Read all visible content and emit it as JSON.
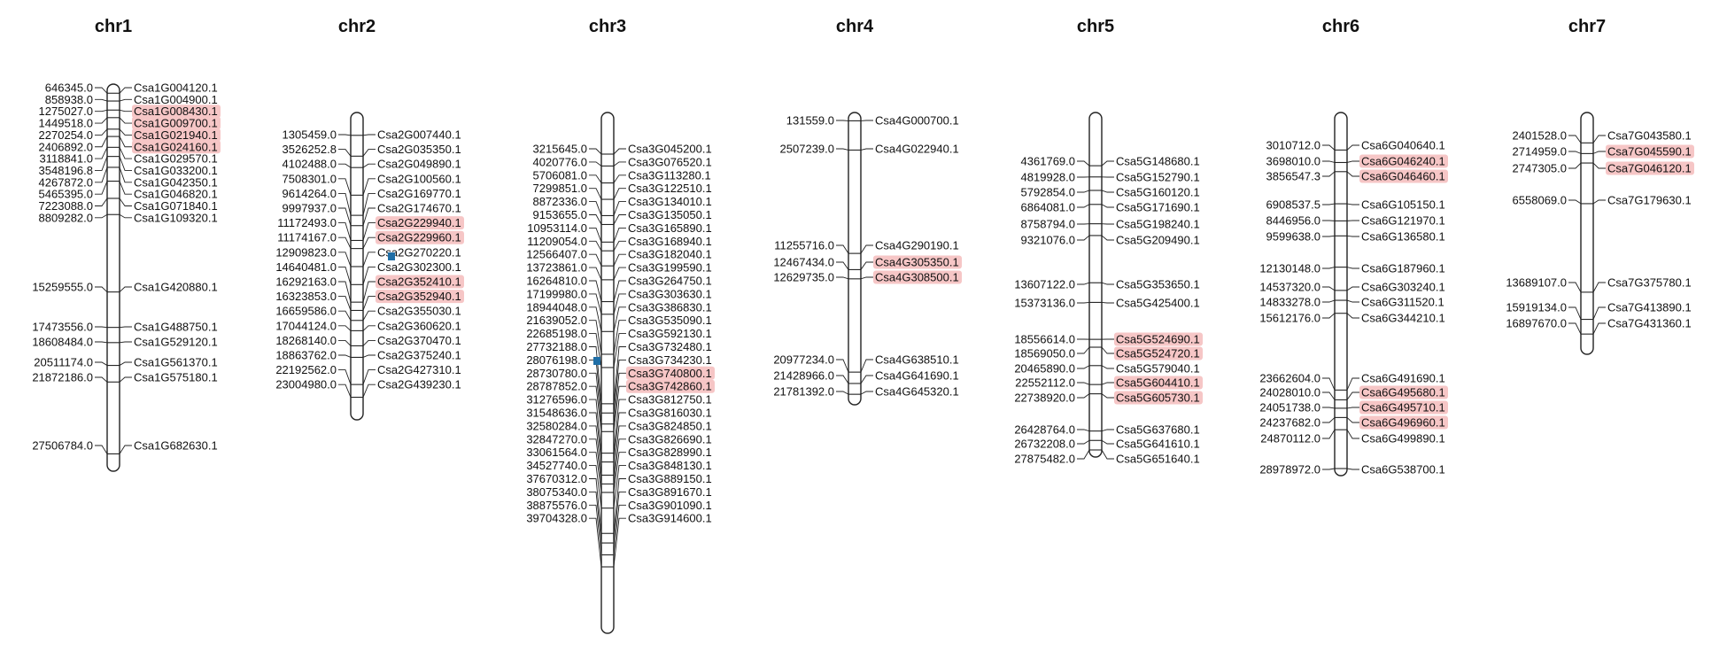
{
  "chromosomes": [
    {
      "name": "chr1",
      "genes": [
        {
          "pos": "646345.0",
          "id": "Csa1G004120.1",
          "hl": false
        },
        {
          "pos": "858938.0",
          "id": "Csa1G004900.1",
          "hl": false
        },
        {
          "pos": "1275027.0",
          "id": "Csa1G008430.1",
          "hl": true
        },
        {
          "pos": "1449518.0",
          "id": "Csa1G009700.1",
          "hl": true
        },
        {
          "pos": "2270254.0",
          "id": "Csa1G021940.1",
          "hl": true
        },
        {
          "pos": "2406892.0",
          "id": "Csa1G024160.1",
          "hl": true
        },
        {
          "pos": "3118841.0",
          "id": "Csa1G029570.1",
          "hl": false
        },
        {
          "pos": "3548196.8",
          "id": "Csa1G033200.1",
          "hl": false
        },
        {
          "pos": "4267872.0",
          "id": "Csa1G042350.1",
          "hl": false
        },
        {
          "pos": "5465395.0",
          "id": "Csa1G046820.1",
          "hl": false
        },
        {
          "pos": "7223088.0",
          "id": "Csa1G071840.1",
          "hl": false
        },
        {
          "pos": "8809282.0",
          "id": "Csa1G109320.1",
          "hl": false
        },
        {
          "pos": "15259555.0",
          "id": "Csa1G420880.1",
          "hl": false
        },
        {
          "pos": "17473556.0",
          "id": "Csa1G488750.1",
          "hl": false
        },
        {
          "pos": "18608484.0",
          "id": "Csa1G529120.1",
          "hl": false
        },
        {
          "pos": "20511174.0",
          "id": "Csa1G561370.1",
          "hl": false
        },
        {
          "pos": "21872186.0",
          "id": "Csa1G575180.1",
          "hl": false
        },
        {
          "pos": "27506784.0",
          "id": "Csa1G682630.1",
          "hl": false
        }
      ]
    },
    {
      "name": "chr2",
      "genes": [
        {
          "pos": "1305459.0",
          "id": "Csa2G007440.1",
          "hl": false
        },
        {
          "pos": "3526252.8",
          "id": "Csa2G035350.1",
          "hl": false
        },
        {
          "pos": "4102488.0",
          "id": "Csa2G049890.1",
          "hl": false
        },
        {
          "pos": "7508301.0",
          "id": "Csa2G100560.1",
          "hl": false
        },
        {
          "pos": "9614264.0",
          "id": "Csa2G169770.1",
          "hl": false
        },
        {
          "pos": "9997937.0",
          "id": "Csa2G174670.1",
          "hl": false
        },
        {
          "pos": "11172493.0",
          "id": "Csa2G229940.1",
          "hl": true
        },
        {
          "pos": "11174167.0",
          "id": "Csa2G229960.1",
          "hl": true
        },
        {
          "pos": "12909823.0",
          "id": "Csa2G270220.1",
          "hl": false
        },
        {
          "pos": "14640481.0",
          "id": "Csa2G302300.1",
          "hl": false
        },
        {
          "pos": "16292163.0",
          "id": "Csa2G352410.1",
          "hl": true
        },
        {
          "pos": "16323853.0",
          "id": "Csa2G352940.1",
          "hl": true
        },
        {
          "pos": "16659586.0",
          "id": "Csa2G355030.1",
          "hl": false
        },
        {
          "pos": "17044124.0",
          "id": "Csa2G360620.1",
          "hl": false
        },
        {
          "pos": "18268140.0",
          "id": "Csa2G370470.1",
          "hl": false
        },
        {
          "pos": "18863762.0",
          "id": "Csa2G375240.1",
          "hl": false
        },
        {
          "pos": "22192562.0",
          "id": "Csa2G427310.1",
          "hl": false
        },
        {
          "pos": "23004980.0",
          "id": "Csa2G439230.1",
          "hl": false
        }
      ]
    },
    {
      "name": "chr3",
      "genes": [
        {
          "pos": "3215645.0",
          "id": "Csa3G045200.1",
          "hl": false
        },
        {
          "pos": "4020776.0",
          "id": "Csa3G076520.1",
          "hl": false
        },
        {
          "pos": "5706081.0",
          "id": "Csa3G113280.1",
          "hl": false
        },
        {
          "pos": "7299851.0",
          "id": "Csa3G122510.1",
          "hl": false
        },
        {
          "pos": "8872336.0",
          "id": "Csa3G134010.1",
          "hl": false
        },
        {
          "pos": "9153655.0",
          "id": "Csa3G135050.1",
          "hl": false
        },
        {
          "pos": "10953114.0",
          "id": "Csa3G165890.1",
          "hl": false
        },
        {
          "pos": "11209054.0",
          "id": "Csa3G168940.1",
          "hl": false
        },
        {
          "pos": "12566407.0",
          "id": "Csa3G182040.1",
          "hl": false
        },
        {
          "pos": "13723861.0",
          "id": "Csa3G199590.1",
          "hl": false
        },
        {
          "pos": "16264810.0",
          "id": "Csa3G264750.1",
          "hl": false
        },
        {
          "pos": "17199980.0",
          "id": "Csa3G303630.1",
          "hl": false
        },
        {
          "pos": "18944048.0",
          "id": "Csa3G386830.1",
          "hl": false
        },
        {
          "pos": "21639052.0",
          "id": "Csa3G535090.1",
          "hl": false
        },
        {
          "pos": "22685198.0",
          "id": "Csa3G592130.1",
          "hl": false
        },
        {
          "pos": "27732188.0",
          "id": "Csa3G732480.1",
          "hl": false
        },
        {
          "pos": "28076198.0",
          "id": "Csa3G734230.1",
          "hl": false
        },
        {
          "pos": "28730780.0",
          "id": "Csa3G740800.1",
          "hl": true
        },
        {
          "pos": "28787852.0",
          "id": "Csa3G742860.1",
          "hl": true
        },
        {
          "pos": "31276596.0",
          "id": "Csa3G812750.1",
          "hl": false
        },
        {
          "pos": "31548636.0",
          "id": "Csa3G816030.1",
          "hl": false
        },
        {
          "pos": "32580284.0",
          "id": "Csa3G824850.1",
          "hl": false
        },
        {
          "pos": "32847270.0",
          "id": "Csa3G826690.1",
          "hl": false
        },
        {
          "pos": "33061564.0",
          "id": "Csa3G828990.1",
          "hl": false
        },
        {
          "pos": "34527740.0",
          "id": "Csa3G848130.1",
          "hl": false
        },
        {
          "pos": "37670312.0",
          "id": "Csa3G889150.1",
          "hl": false
        },
        {
          "pos": "38075340.0",
          "id": "Csa3G891670.1",
          "hl": false
        },
        {
          "pos": "38875576.0",
          "id": "Csa3G901090.1",
          "hl": false
        },
        {
          "pos": "39704328.0",
          "id": "Csa3G914600.1",
          "hl": false
        }
      ]
    },
    {
      "name": "chr4",
      "genes": [
        {
          "pos": "131559.0",
          "id": "Csa4G000700.1",
          "hl": false
        },
        {
          "pos": "2507239.0",
          "id": "Csa4G022940.1",
          "hl": false
        },
        {
          "pos": "11255716.0",
          "id": "Csa4G290190.1",
          "hl": false
        },
        {
          "pos": "12467434.0",
          "id": "Csa4G305350.1",
          "hl": true
        },
        {
          "pos": "12629735.0",
          "id": "Csa4G308500.1",
          "hl": true
        },
        {
          "pos": "20977234.0",
          "id": "Csa4G638510.1",
          "hl": false
        },
        {
          "pos": "21428966.0",
          "id": "Csa4G641690.1",
          "hl": false
        },
        {
          "pos": "21781392.0",
          "id": "Csa4G645320.1",
          "hl": false
        }
      ]
    },
    {
      "name": "chr5",
      "genes": [
        {
          "pos": "4361769.0",
          "id": "Csa5G148680.1",
          "hl": false
        },
        {
          "pos": "4819928.0",
          "id": "Csa5G152790.1",
          "hl": false
        },
        {
          "pos": "5792854.0",
          "id": "Csa5G160120.1",
          "hl": false
        },
        {
          "pos": "6864081.0",
          "id": "Csa5G171690.1",
          "hl": false
        },
        {
          "pos": "8758794.0",
          "id": "Csa5G198240.1",
          "hl": false
        },
        {
          "pos": "9321076.0",
          "id": "Csa5G209490.1",
          "hl": false
        },
        {
          "pos": "13607122.0",
          "id": "Csa5G353650.1",
          "hl": false
        },
        {
          "pos": "15373136.0",
          "id": "Csa5G425400.1",
          "hl": false
        },
        {
          "pos": "18556614.0",
          "id": "Csa5G524690.1",
          "hl": true
        },
        {
          "pos": "18569050.0",
          "id": "Csa5G524720.1",
          "hl": true
        },
        {
          "pos": "20465890.0",
          "id": "Csa5G579040.1",
          "hl": false
        },
        {
          "pos": "22552112.0",
          "id": "Csa5G604410.1",
          "hl": true
        },
        {
          "pos": "22738920.0",
          "id": "Csa5G605730.1",
          "hl": true
        },
        {
          "pos": "26428764.0",
          "id": "Csa5G637680.1",
          "hl": false
        },
        {
          "pos": "26732208.0",
          "id": "Csa5G641610.1",
          "hl": false
        },
        {
          "pos": "27875482.0",
          "id": "Csa5G651640.1",
          "hl": false
        }
      ]
    },
    {
      "name": "chr6",
      "genes": [
        {
          "pos": "3010712.0",
          "id": "Csa6G040640.1",
          "hl": false
        },
        {
          "pos": "3698010.0",
          "id": "Csa6G046240.1",
          "hl": true
        },
        {
          "pos": "3856547.3",
          "id": "Csa6G046460.1",
          "hl": true
        },
        {
          "pos": "6908537.5",
          "id": "Csa6G105150.1",
          "hl": false
        },
        {
          "pos": "8446956.0",
          "id": "Csa6G121970.1",
          "hl": false
        },
        {
          "pos": "9599638.0",
          "id": "Csa6G136580.1",
          "hl": false
        },
        {
          "pos": "12130148.0",
          "id": "Csa6G187960.1",
          "hl": false
        },
        {
          "pos": "14537320.0",
          "id": "Csa6G303240.1",
          "hl": false
        },
        {
          "pos": "14833278.0",
          "id": "Csa6G311520.1",
          "hl": false
        },
        {
          "pos": "15612176.0",
          "id": "Csa6G344210.1",
          "hl": false
        },
        {
          "pos": "23662604.0",
          "id": "Csa6G491690.1",
          "hl": false
        },
        {
          "pos": "24028010.0",
          "id": "Csa6G495680.1",
          "hl": true
        },
        {
          "pos": "24051738.0",
          "id": "Csa6G495710.1",
          "hl": true
        },
        {
          "pos": "24237682.0",
          "id": "Csa6G496960.1",
          "hl": true
        },
        {
          "pos": "24870112.0",
          "id": "Csa6G499890.1",
          "hl": false
        },
        {
          "pos": "28978972.0",
          "id": "Csa6G538700.1",
          "hl": false
        }
      ]
    },
    {
      "name": "chr7",
      "genes": [
        {
          "pos": "2401528.0",
          "id": "Csa7G043580.1",
          "hl": false
        },
        {
          "pos": "2714959.0",
          "id": "Csa7G045590.1",
          "hl": true
        },
        {
          "pos": "2747305.0",
          "id": "Csa7G046120.1",
          "hl": true
        },
        {
          "pos": "6558069.0",
          "id": "Csa7G179630.1",
          "hl": false
        },
        {
          "pos": "13689107.0",
          "id": "Csa7G375780.1",
          "hl": false
        },
        {
          "pos": "15919134.0",
          "id": "Csa7G413890.1",
          "hl": false
        },
        {
          "pos": "16897670.0",
          "id": "Csa7G431360.1",
          "hl": false
        }
      ]
    }
  ],
  "colors": {
    "highlight": "#f6c6c6",
    "marker": "#1f6ea6",
    "line": "#222222"
  }
}
